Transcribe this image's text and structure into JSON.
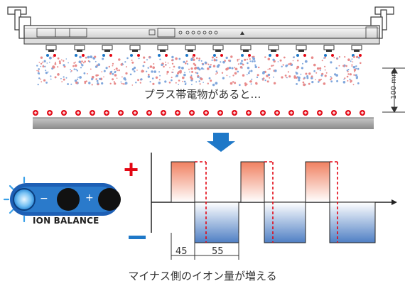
{
  "captions": {
    "top": "プラス帯電物があると…",
    "bottom": "マイナス側のイオン量が増える"
  },
  "dimension": {
    "height_label": "100 mm",
    "pulse_a": "45",
    "pulse_b": "55"
  },
  "indicator": {
    "label": "ION BALANCE",
    "minus_symbol": "−",
    "plus_symbol": "+"
  },
  "chart": {
    "positive_symbol": "+",
    "negative_symbol": "−"
  },
  "colors": {
    "positive": "#e30613",
    "negative": "#1e78c8",
    "glow": "#3aa0e8",
    "bar": "#333333"
  }
}
